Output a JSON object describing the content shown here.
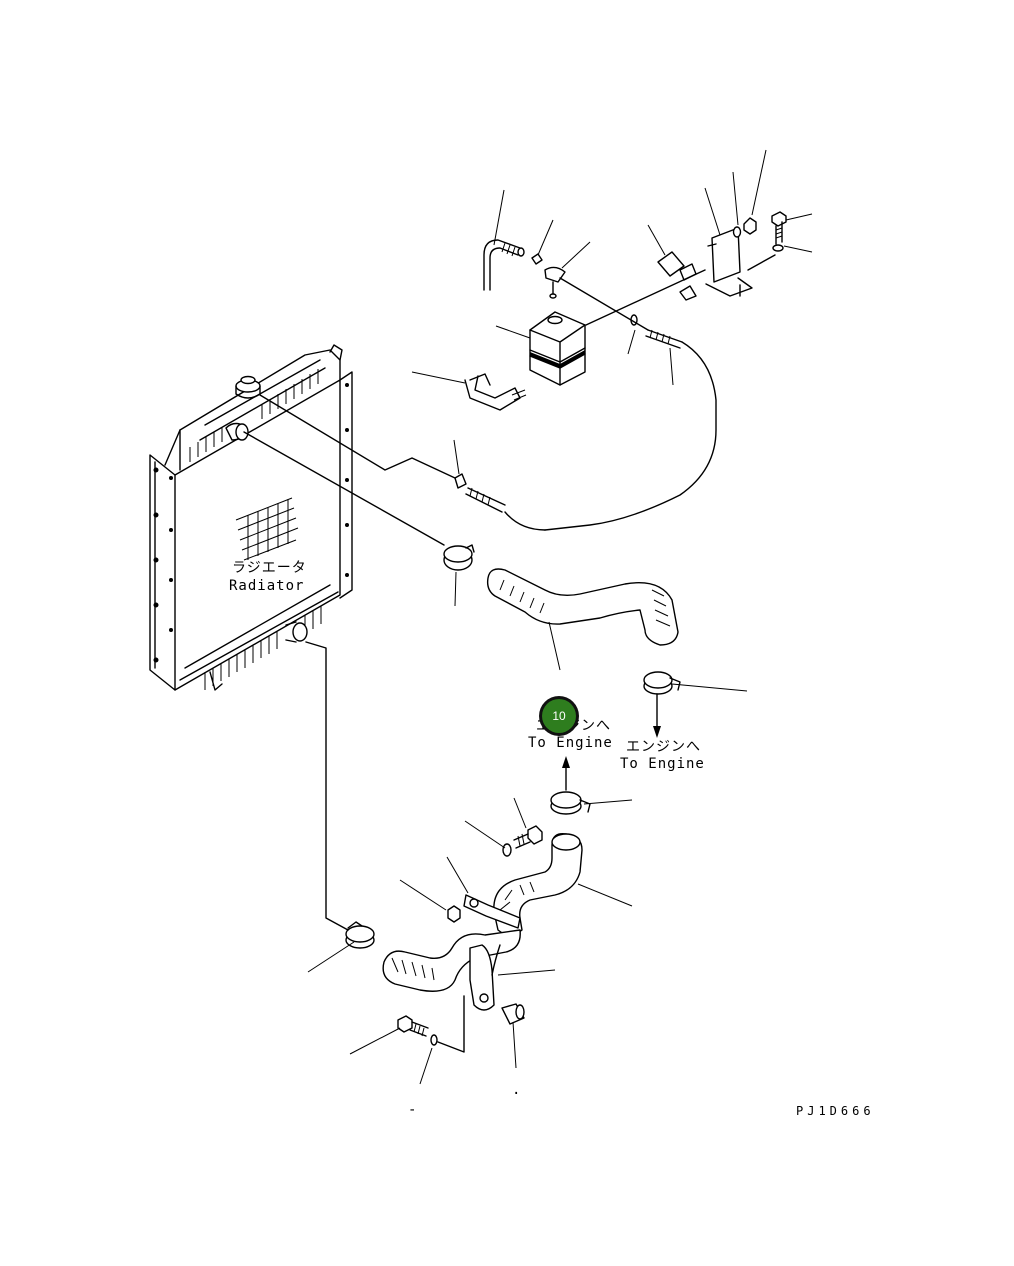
{
  "labels": {
    "radiator_jp": "ラジエータ",
    "radiator_en": "Radiator",
    "to_engine_jp_1": "エンジンへ",
    "to_engine_en_1": "To Engine",
    "to_engine_jp_2": "エンジンへ",
    "to_engine_en_2": "To Engine",
    "drawing_code": "PJ1D666",
    "dash": "-",
    "dot": "."
  },
  "hotspot": {
    "number": "10",
    "color": "#2e7d1e",
    "ring_color": "#111111"
  },
  "colors": {
    "line": "#000000",
    "background": "#ffffff"
  }
}
